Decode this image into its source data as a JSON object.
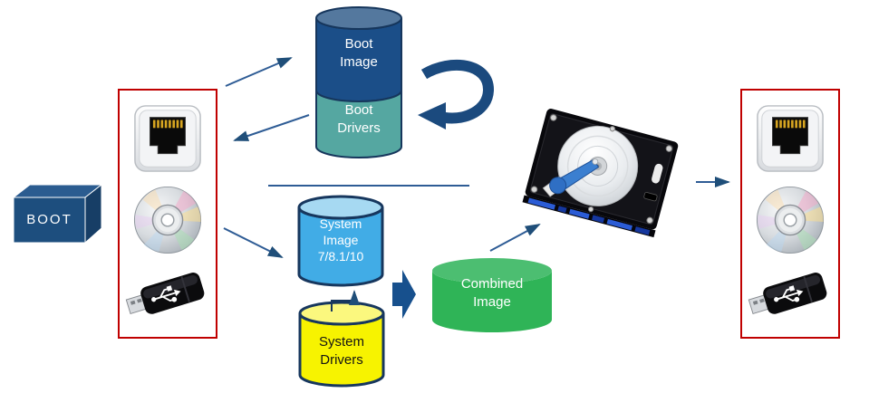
{
  "diagram": {
    "boot_box": {
      "label": "BOOT"
    },
    "boot_cylinder": {
      "top_label": "Boot\nImage",
      "bottom_label": "Boot\nDrivers"
    },
    "system_image_cylinder": {
      "label": "System\nImage\n7/8.1/10"
    },
    "system_drivers_cylinder": {
      "label": "System\nDrivers"
    },
    "combined_cylinder": {
      "label": "Combined\nImage"
    },
    "media_panel_left": {
      "icons": [
        "ethernet-port-icon",
        "cd-disc-icon",
        "usb-drive-icon"
      ]
    },
    "media_panel_right": {
      "icons": [
        "ethernet-port-icon",
        "cd-disc-icon",
        "usb-drive-icon"
      ]
    },
    "hard_drive": {
      "icon": "hard-drive-icon"
    },
    "loop_arrow": {
      "icon": "loop-arrow-icon"
    },
    "colors": {
      "navy": "#1B4E88",
      "navy_dark": "#16365C",
      "cylinder_top_blue": "#54789E",
      "teal": "#55A7A1",
      "sky_blue": "#41ACE6",
      "sky_blue_top": "#A6D9F2",
      "yellow": "#F7F300",
      "yellow_top": "#FBF87E",
      "green": "#2FB457",
      "green_top": "#4CBE71",
      "panel_border_red": "#C00000",
      "arrow_blue": "#2E5C95"
    }
  }
}
